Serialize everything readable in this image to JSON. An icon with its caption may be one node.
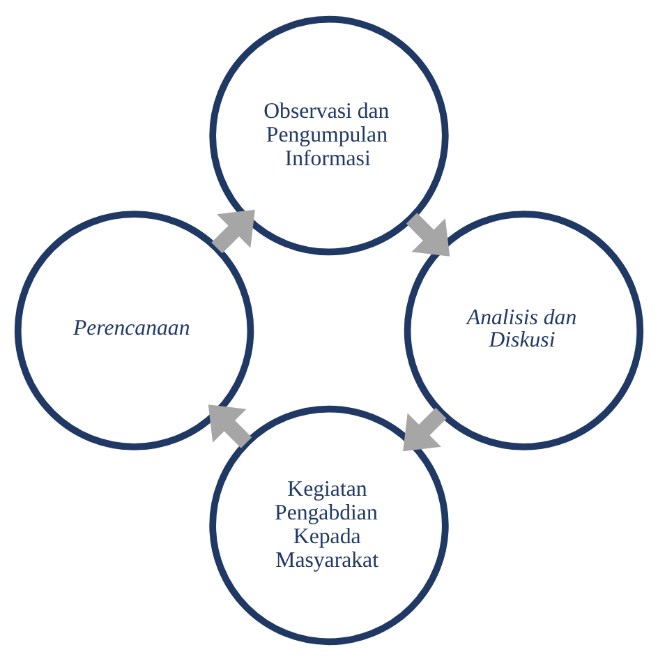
{
  "diagram": {
    "nodes": [
      {
        "text": [
          "Kegiatan Pengabdian Kepada Masyarakat"
        ]
      },
      {
        "text": [
          "Perencanaan"
        ]
      },
      {
        "text": [
          "Observasi dan Pengumpulan Informasi"
        ]
      },
      {
        "text": [
          "Analisis dan Diskusi"
        ]
      }
    ],
    "edges": [
      {
        "from": 0,
        "to": 1,
        "arrow": "to"
      },
      {
        "from": 1,
        "to": 2,
        "arrow": "to"
      },
      {
        "from": 2,
        "to": 3,
        "arrow": "to"
      },
      {
        "from": 3,
        "to": 0,
        "arrow": "to"
      }
    ]
  }
}
